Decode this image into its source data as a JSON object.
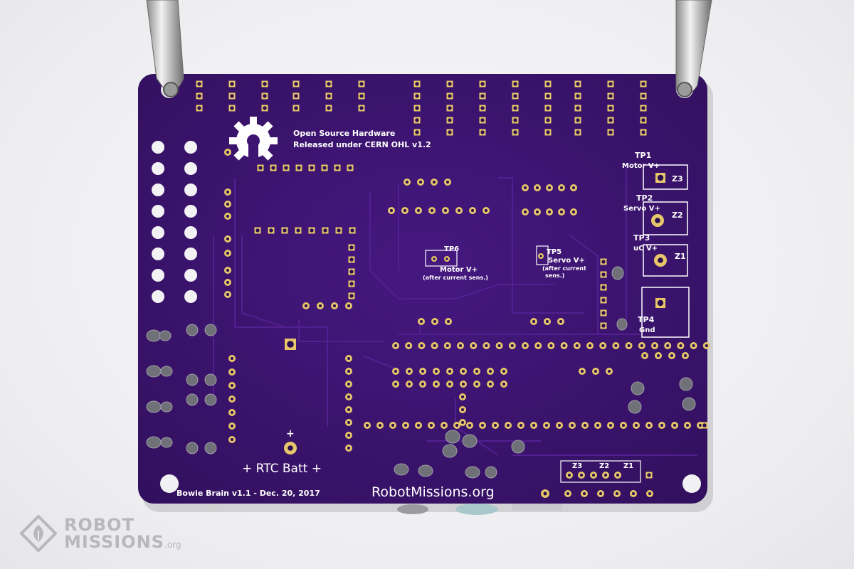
{
  "board": {
    "oshw_line1": "Open Source Hardware",
    "oshw_line2": "Released under CERN OHL v1.2",
    "tp1": "TP1",
    "tp1_sub": "Motor V+",
    "tp2": "TP2",
    "tp2_sub": "Servo V+",
    "tp3": "TP3",
    "tp3_sub": "uC V+",
    "tp4": "TP4",
    "tp4_sub": "Gnd",
    "z3": "Z3",
    "z2": "Z2",
    "z1": "Z1",
    "tp6": "TP6",
    "tp6_sub": "Motor V+",
    "tp6_note": "(after current sens.)",
    "tp5": "TP5",
    "tp5_sub": "Servo V+",
    "tp5_note1": "(after current",
    "tp5_note2": "sens.)",
    "rtc": "+ RTC Batt +",
    "rtc_plus": "+",
    "version": "Bowie Brain v1.1 - Dec. 20, 2017",
    "website": "RobotMissions.org",
    "jumper_z3": "Z3",
    "jumper_z2": "Z2",
    "jumper_z1": "Z1"
  },
  "watermark": {
    "line1": "ROBOT",
    "line2": "MISSIONS",
    "suffix": ".org"
  },
  "colors": {
    "pcb": "#3e1473",
    "pad": "#e7c76a",
    "silkscreen": "#ffffff"
  }
}
